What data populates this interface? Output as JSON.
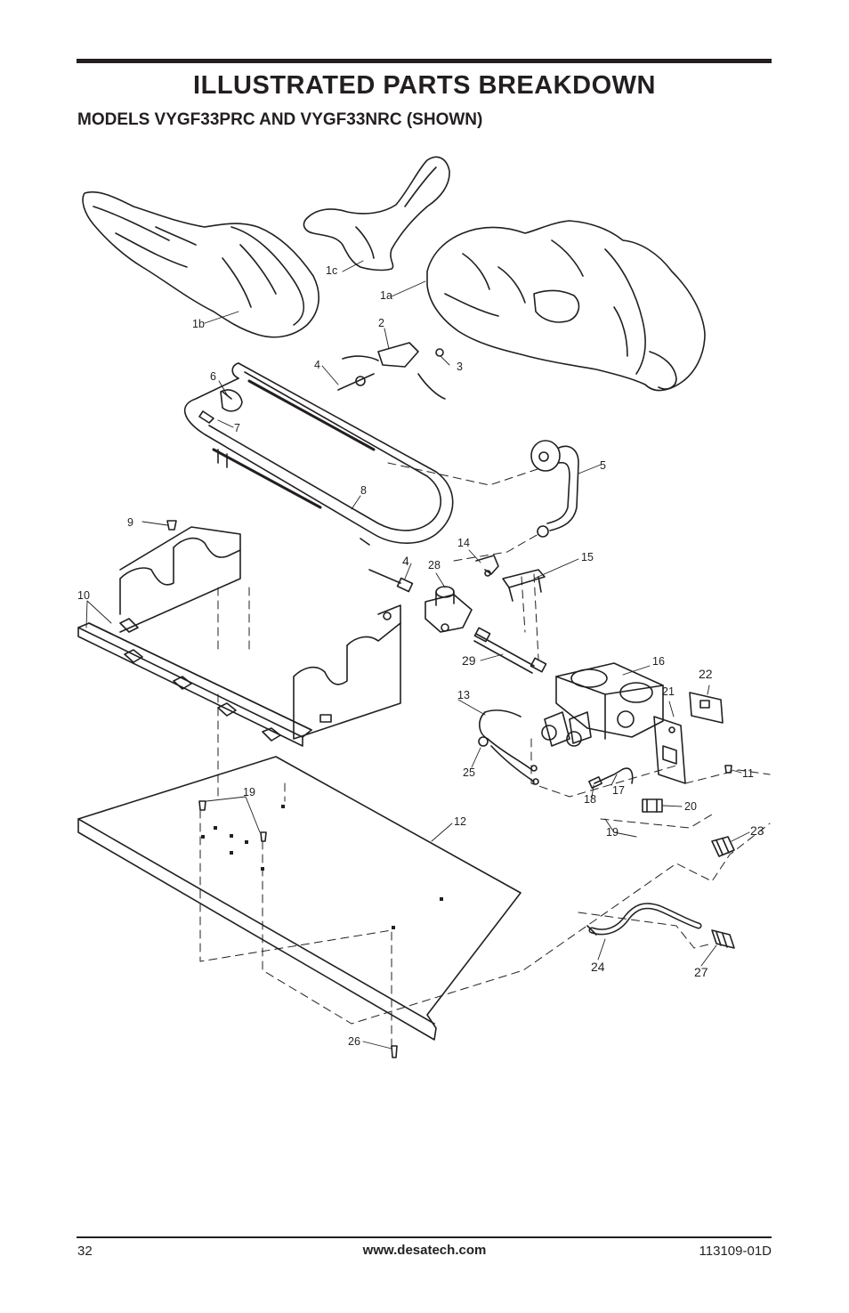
{
  "header": {
    "title": "ILLUSTRATED PARTS BREAKDOWN",
    "subtitle": "MODELS VYGF33PRC AND VYGF33NRC (SHOWN)"
  },
  "diagram": {
    "callouts": {
      "c1a": "1a",
      "c1b": "1b",
      "c1c": "1c",
      "c2": "2",
      "c3": "3",
      "c4a": "4",
      "c4b": "4",
      "c5": "5",
      "c6": "6",
      "c7": "7",
      "c8": "8",
      "c9": "9",
      "c10": "10",
      "c11": "11",
      "c12": "12",
      "c13": "13",
      "c14": "14",
      "c15": "15",
      "c16": "16",
      "c17": "17",
      "c18": "18",
      "c19a": "19",
      "c19b": "19",
      "c20": "20",
      "c21": "21",
      "c22": "22",
      "c23": "23",
      "c24": "24",
      "c25": "25",
      "c26": "26",
      "c27": "27",
      "c28": "28",
      "c29": "29"
    }
  },
  "footer": {
    "page_number": "32",
    "website": "www.desatech.com",
    "doc_number": "113109-01D"
  }
}
